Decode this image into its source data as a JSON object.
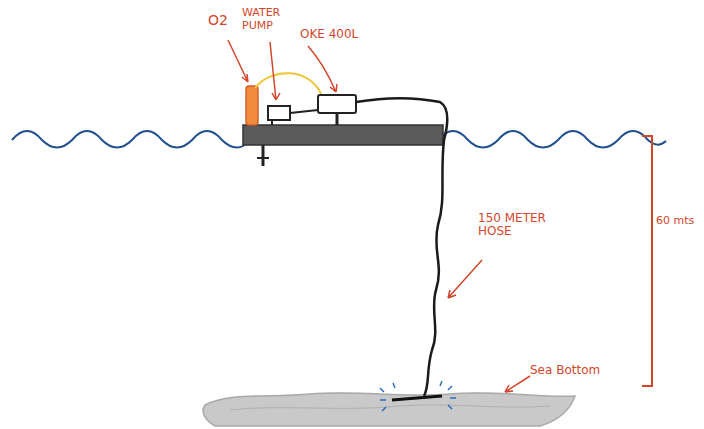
{
  "diagram": {
    "labels": [
      "O2",
      "WATER PUMP",
      "OKE 400L",
      "150 METER HOSE",
      "60 mts",
      "Sea Bottom"
    ]
  }
}
